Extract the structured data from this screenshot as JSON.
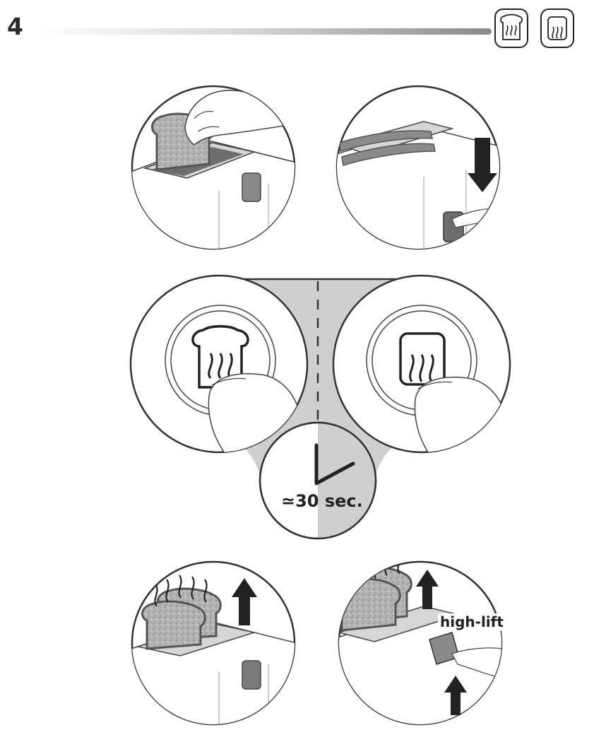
{
  "page": {
    "number": "4"
  },
  "header": {
    "icons": [
      "toast-icon",
      "reheat-icon"
    ]
  },
  "step_panels": {
    "insert_bread": {
      "icon": "hand-inserting-bread-icon"
    },
    "press_lever": {
      "icon": "arrow-down-icon"
    },
    "toast_button": {
      "icon": "toast-button-icon"
    },
    "reheat_button": {
      "icon": "reheat-button-icon"
    },
    "timer": {
      "label": "≃30 sec.",
      "icon": "clock-icon"
    },
    "toast_pops_up": {
      "icon": "arrow-up-icon"
    },
    "high_lift": {
      "label": "high-lift",
      "icon": "arrow-up-icon"
    }
  },
  "colors": {
    "ink": "#222222",
    "grey_fill": "#cfcfcf",
    "bread": "#a8a8a8",
    "lever": "#7a7a7a"
  }
}
